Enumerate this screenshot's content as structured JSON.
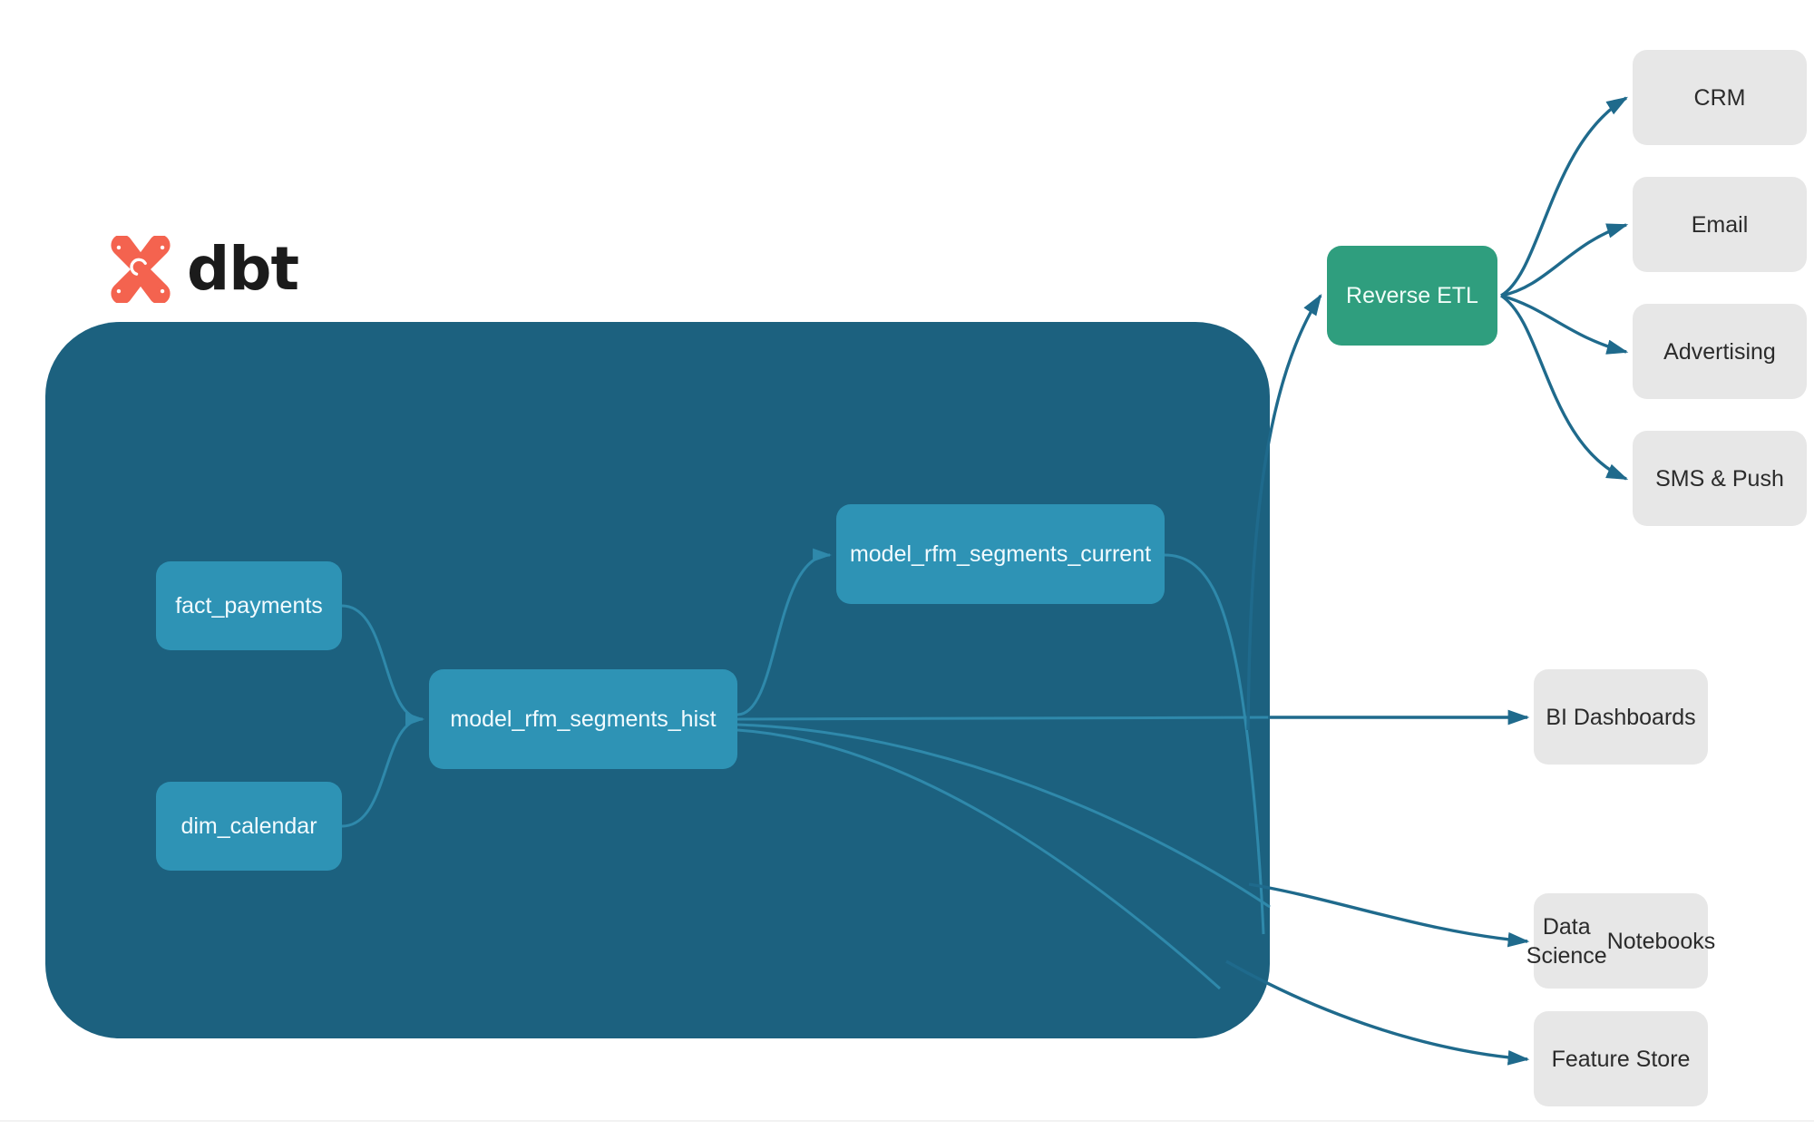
{
  "brand": {
    "logo_icon": "dbt-logo-icon",
    "wordmark": "dbt",
    "logo_color": "#f4634f",
    "wordmark_color": "#1b1b1b"
  },
  "colors": {
    "container_fill": "#1c617f",
    "model_node_fill": "#2e93b5",
    "reverse_etl_fill": "#2f9e7e",
    "destination_fill": "#e7e7e7",
    "edge_outer": "#1f6a8c",
    "edge_inner": "#2f89ab",
    "canvas_background": "#ffffff"
  },
  "dbt_project": {
    "container_label": "",
    "models": [
      {
        "id": "fact_payments",
        "label": "fact_payments",
        "kind": "source-model"
      },
      {
        "id": "dim_calendar",
        "label": "dim_calendar",
        "kind": "source-model"
      },
      {
        "id": "model_rfm_segments_hist",
        "label": "model_rfm_segments_hist",
        "kind": "model"
      },
      {
        "id": "model_rfm_segments_current",
        "label": "model_rfm_segments_current",
        "kind": "model"
      }
    ]
  },
  "activation": {
    "hub": {
      "id": "reverse_etl",
      "label": "Reverse ETL"
    },
    "channels": [
      {
        "id": "crm",
        "label": "CRM"
      },
      {
        "id": "email",
        "label": "Email"
      },
      {
        "id": "advertising",
        "label": "Advertising"
      },
      {
        "id": "sms_push",
        "label": "SMS & Push"
      }
    ]
  },
  "consumers": [
    {
      "id": "bi_dashboards",
      "label": "BI Dashboards",
      "lines": [
        "BI Dashboards"
      ]
    },
    {
      "id": "ds_notebooks",
      "label": "Data Science Notebooks",
      "lines": [
        "Data Science",
        "Notebooks"
      ]
    },
    {
      "id": "feature_store",
      "label": "Feature Store",
      "lines": [
        "Feature Store"
      ]
    }
  ],
  "consumer_lines": {
    "ds_line1": "Data Science",
    "ds_line2": "Notebooks"
  },
  "edges": [
    {
      "from": "fact_payments",
      "to": "model_rfm_segments_hist",
      "arrow": true
    },
    {
      "from": "dim_calendar",
      "to": "model_rfm_segments_hist",
      "arrow": true
    },
    {
      "from": "model_rfm_segments_hist",
      "to": "model_rfm_segments_current",
      "arrow": true
    },
    {
      "from": "model_rfm_segments_current",
      "to": "reverse_etl",
      "arrow": true
    },
    {
      "from": "model_rfm_segments_hist",
      "to": "bi_dashboards",
      "arrow": true
    },
    {
      "from": "model_rfm_segments_hist",
      "to": "ds_notebooks",
      "arrow": true
    },
    {
      "from": "model_rfm_segments_hist",
      "to": "feature_store",
      "arrow": true
    },
    {
      "from": "reverse_etl",
      "to": "crm",
      "arrow": true
    },
    {
      "from": "reverse_etl",
      "to": "email",
      "arrow": true
    },
    {
      "from": "reverse_etl",
      "to": "advertising",
      "arrow": true
    },
    {
      "from": "reverse_etl",
      "to": "sms_push",
      "arrow": true
    }
  ]
}
